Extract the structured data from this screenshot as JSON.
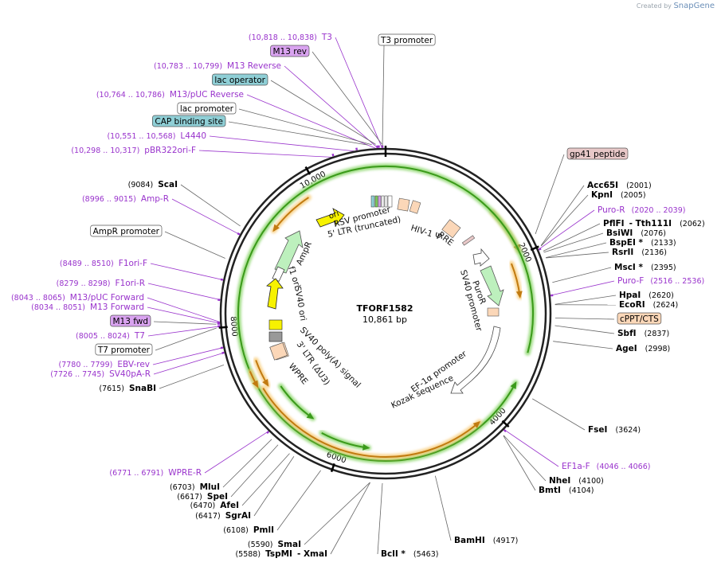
{
  "header": {
    "credit": "Created by",
    "brand": "SnapGene"
  },
  "plasmid": {
    "name": "TFORF1582",
    "length": "10,861 bp",
    "total_bp": 10861
  },
  "colors": {
    "backbone": "#222222",
    "site_purple": "#9933cc",
    "enzyme_text": "#000000",
    "leader_gray": "#666666",
    "arrow_orange": "#f7c66a",
    "arrow_orange_edge": "#c17a10",
    "arrow_green": "#7fd15c",
    "arrow_yellow": "#f7f200",
    "purple_box": "#d9a3f0",
    "teal_box": "#8fcfd6",
    "peach_box": "#fbd7b8",
    "pink_box": "#e8c8c8"
  },
  "ticks": [
    {
      "bp": 10000,
      "label": "10,000"
    },
    {
      "bp": 2000,
      "label": "2000"
    },
    {
      "bp": 4000,
      "label": "4000"
    },
    {
      "bp": 6000,
      "label": "6000"
    },
    {
      "bp": 8000,
      "label": "8000"
    }
  ],
  "labels": [
    {
      "id": "t3",
      "bp": 10828,
      "pos": "10,818 .. 10,838",
      "name": "T3",
      "kind": "primer"
    },
    {
      "id": "m13rev-box",
      "bp": 10823,
      "name": "M13 rev",
      "kind": "purple-box"
    },
    {
      "id": "m13reverse",
      "bp": 10791,
      "pos": "10,783 .. 10,799",
      "name": "M13 Reverse",
      "kind": "primer"
    },
    {
      "id": "lac-operator",
      "bp": 10760,
      "name": "lac operator",
      "kind": "teal-box"
    },
    {
      "id": "m13puc-reverse",
      "bp": 10775,
      "pos": "10,764 .. 10,786",
      "name": "M13/pUC Reverse",
      "kind": "primer"
    },
    {
      "id": "lac-promoter",
      "bp": 10720,
      "name": "lac promoter",
      "kind": "white-box"
    },
    {
      "id": "cap-binding",
      "bp": 10680,
      "name": "CAP binding site",
      "kind": "teal-box"
    },
    {
      "id": "l4440",
      "bp": 10560,
      "pos": "10,551 .. 10,568",
      "name": "L4440",
      "kind": "primer"
    },
    {
      "id": "pbr322ori-f",
      "bp": 10308,
      "pos": "10,298 .. 10,317",
      "name": "pBR322ori-F",
      "kind": "primer"
    },
    {
      "id": "scai",
      "bp": 9084,
      "num": "(9084)",
      "name": "ScaI",
      "kind": "enzyme"
    },
    {
      "id": "amp-r",
      "bp": 9006,
      "pos": "8996 .. 9015",
      "name": "Amp-R",
      "kind": "primer"
    },
    {
      "id": "ampr-promoter",
      "bp": 8720,
      "name": "AmpR promoter",
      "kind": "white-box"
    },
    {
      "id": "f1ori-f",
      "bp": 8500,
      "pos": "8489 .. 8510",
      "name": "F1ori-F",
      "kind": "primer"
    },
    {
      "id": "f1ori-r",
      "bp": 8289,
      "pos": "8279 .. 8298",
      "name": "F1ori-R",
      "kind": "primer"
    },
    {
      "id": "m13puc-forward",
      "bp": 8054,
      "pos": "8043 .. 8065",
      "name": "M13/pUC Forward",
      "kind": "primer"
    },
    {
      "id": "m13-forward",
      "bp": 8042,
      "pos": "8034 .. 8051",
      "name": "M13 Forward",
      "kind": "primer"
    },
    {
      "id": "m13fwd-box",
      "bp": 8038,
      "name": "M13 fwd",
      "kind": "purple-box"
    },
    {
      "id": "t7",
      "bp": 8015,
      "pos": "8005 .. 8024",
      "name": "T7",
      "kind": "primer"
    },
    {
      "id": "t7-promoter",
      "bp": 8000,
      "name": "T7 promoter",
      "kind": "white-box"
    },
    {
      "id": "ebv-rev",
      "bp": 7790,
      "pos": "7780 .. 7799",
      "name": "EBV-rev",
      "kind": "primer"
    },
    {
      "id": "sv40pa-r",
      "bp": 7736,
      "pos": "7726 .. 7745",
      "name": "SV40pA-R",
      "kind": "primer"
    },
    {
      "id": "snabi",
      "bp": 7615,
      "num": "(7615)",
      "name": "SnaBI",
      "kind": "enzyme"
    },
    {
      "id": "wpre-r",
      "bp": 6781,
      "pos": "6771 .. 6791",
      "name": "WPRE-R",
      "kind": "primer"
    },
    {
      "id": "mlui",
      "bp": 6703,
      "num": "(6703)",
      "name": "MluI",
      "kind": "enzyme"
    },
    {
      "id": "spei",
      "bp": 6617,
      "num": "(6617)",
      "name": "SpeI",
      "kind": "enzyme"
    },
    {
      "id": "afei",
      "bp": 6470,
      "num": "(6470)",
      "name": "AfeI",
      "kind": "enzyme"
    },
    {
      "id": "sgrai",
      "bp": 6417,
      "num": "(6417)",
      "name": "SgrAI",
      "kind": "enzyme"
    },
    {
      "id": "pmli",
      "bp": 6108,
      "num": "(6108)",
      "name": "PmlI",
      "kind": "enzyme"
    },
    {
      "id": "smai",
      "bp": 5590,
      "num": "(5590)",
      "name": "SmaI",
      "kind": "enzyme"
    },
    {
      "id": "tspmi",
      "bp": 5588,
      "num": "(5588)",
      "name": "TspMI",
      "extra": "XmaI",
      "kind": "enzyme"
    },
    {
      "id": "bcli",
      "bp": 5463,
      "num": "(5463)",
      "name": "BclI *",
      "kind": "enzyme"
    },
    {
      "id": "bamhi",
      "bp": 4917,
      "num": "(4917)",
      "name": "BamHI",
      "kind": "enzyme"
    },
    {
      "id": "bmti",
      "bp": 4104,
      "num": "(4104)",
      "name": "BmtI",
      "kind": "enzyme"
    },
    {
      "id": "nhei",
      "bp": 4100,
      "num": "(4100)",
      "name": "NheI",
      "kind": "enzyme"
    },
    {
      "id": "ef1a-f",
      "bp": 4056,
      "pos": "4046 .. 4066",
      "name": "EF1a-F",
      "kind": "primer"
    },
    {
      "id": "fsei",
      "bp": 3624,
      "num": "(3624)",
      "name": "FseI",
      "kind": "enzyme"
    },
    {
      "id": "agei",
      "bp": 2998,
      "num": "(2998)",
      "name": "AgeI",
      "kind": "enzyme"
    },
    {
      "id": "sbfi",
      "bp": 2837,
      "num": "(2837)",
      "name": "SbfI",
      "kind": "enzyme"
    },
    {
      "id": "cppt-cts",
      "bp": 2760,
      "name": "cPPT/CTS",
      "kind": "peach-box"
    },
    {
      "id": "ecori",
      "bp": 2624,
      "num": "(2624)",
      "name": "EcoRI",
      "kind": "enzyme"
    },
    {
      "id": "hpai",
      "bp": 2620,
      "num": "(2620)",
      "name": "HpaI",
      "kind": "enzyme"
    },
    {
      "id": "puro-f",
      "bp": 2526,
      "pos": "2516 .. 2536",
      "name": "Puro-F",
      "kind": "primer"
    },
    {
      "id": "msci",
      "bp": 2395,
      "num": "(2395)",
      "name": "MscI *",
      "kind": "enzyme"
    },
    {
      "id": "rsrii",
      "bp": 2136,
      "num": "(2136)",
      "name": "RsrII",
      "kind": "enzyme"
    },
    {
      "id": "bspei",
      "bp": 2133,
      "num": "(2133)",
      "name": "BspEI *",
      "kind": "enzyme"
    },
    {
      "id": "bsiwi",
      "bp": 2076,
      "num": "(2076)",
      "name": "BsiWI",
      "kind": "enzyme"
    },
    {
      "id": "pflfi",
      "bp": 2062,
      "num": "(2062)",
      "name": "PflFI",
      "extra": "Tth111I",
      "kind": "enzyme"
    },
    {
      "id": "puro-r",
      "bp": 2030,
      "pos": "2020 .. 2039",
      "name": "Puro-R",
      "kind": "primer"
    },
    {
      "id": "kpni",
      "bp": 2005,
      "num": "(2005)",
      "name": "KpnI",
      "kind": "enzyme"
    },
    {
      "id": "acc65i",
      "bp": 2001,
      "num": "(2001)",
      "name": "Acc65I",
      "kind": "enzyme"
    },
    {
      "id": "gp41",
      "bp": 1870,
      "name": "gp41 peptide",
      "kind": "pink-box"
    }
  ],
  "inner_features": [
    {
      "id": "rsv-promoter",
      "name": "RSV promoter"
    },
    {
      "id": "ltr5",
      "name": "5' LTR (truncated)"
    },
    {
      "id": "hiv1-psi",
      "name": "HIV-1 Ψ"
    },
    {
      "id": "rre",
      "name": "RRE"
    },
    {
      "id": "puror",
      "name": "PuroR"
    },
    {
      "id": "sv40-promoter",
      "name": "SV40 promoter"
    },
    {
      "id": "ef1a-promoter",
      "name": "EF-1α promoter"
    },
    {
      "id": "kozak",
      "name": "Kozak sequence"
    },
    {
      "id": "wpre",
      "name": "WPRE"
    },
    {
      "id": "ltr3",
      "name": "3' LTR (ΔU3)"
    },
    {
      "id": "sv40-polya",
      "name": "SV40 poly(A) signal"
    },
    {
      "id": "sv40-ori",
      "name": "SV40 ori"
    },
    {
      "id": "f1-ori",
      "name": "f1 ori"
    },
    {
      "id": "ampr",
      "name": "AmpR"
    },
    {
      "id": "ori",
      "name": "ori"
    }
  ]
}
